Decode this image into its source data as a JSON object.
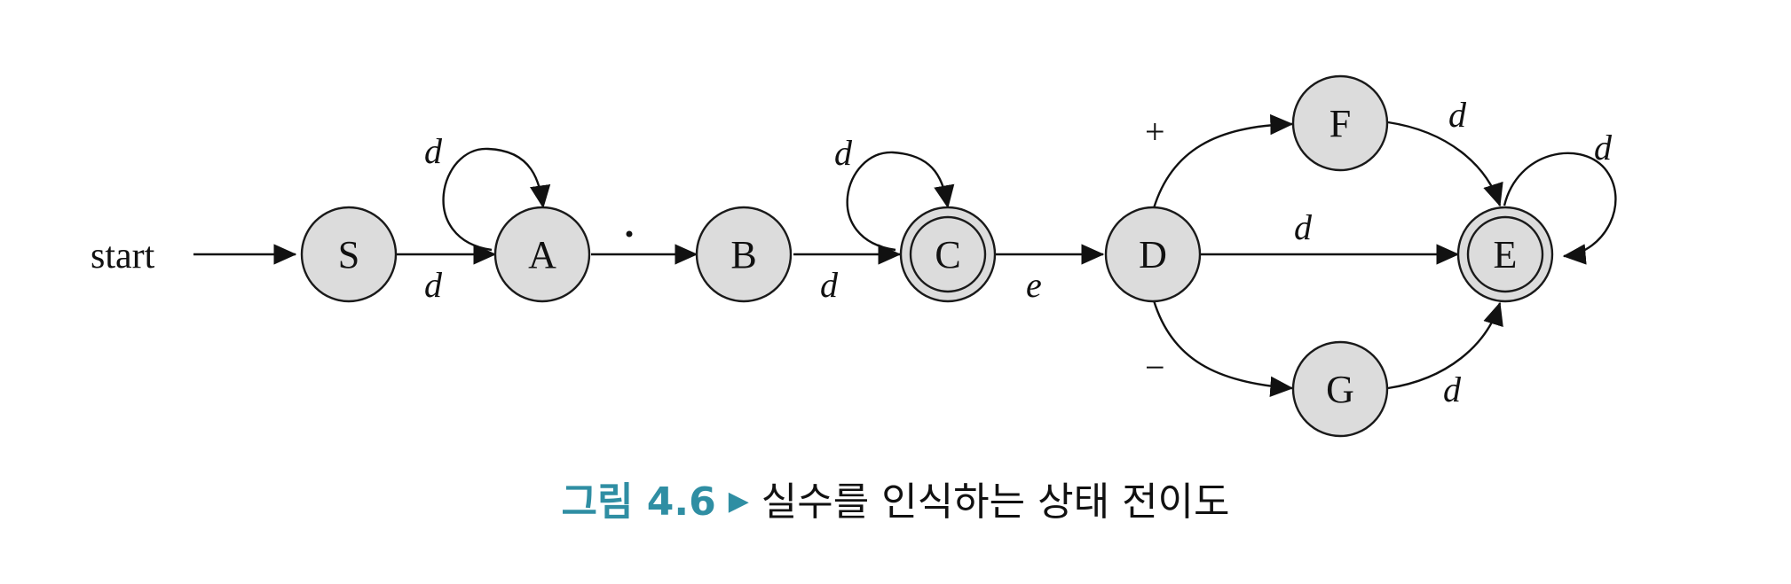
{
  "diagram": {
    "start_label": "start",
    "states": [
      {
        "id": "S",
        "label": "S",
        "accepting": false
      },
      {
        "id": "A",
        "label": "A",
        "accepting": false
      },
      {
        "id": "B",
        "label": "B",
        "accepting": false
      },
      {
        "id": "C",
        "label": "C",
        "accepting": true
      },
      {
        "id": "D",
        "label": "D",
        "accepting": false
      },
      {
        "id": "E",
        "label": "E",
        "accepting": true
      },
      {
        "id": "F",
        "label": "F",
        "accepting": false
      },
      {
        "id": "G",
        "label": "G",
        "accepting": false
      }
    ],
    "transitions": [
      {
        "from": "S",
        "to": "A",
        "label": "d"
      },
      {
        "from": "A",
        "to": "A",
        "label": "d"
      },
      {
        "from": "A",
        "to": "B",
        "label": "·"
      },
      {
        "from": "B",
        "to": "C",
        "label": "d"
      },
      {
        "from": "C",
        "to": "C",
        "label": "d"
      },
      {
        "from": "C",
        "to": "D",
        "label": "e"
      },
      {
        "from": "D",
        "to": "F",
        "label": "+"
      },
      {
        "from": "D",
        "to": "E",
        "label": "d"
      },
      {
        "from": "D",
        "to": "G",
        "label": "−"
      },
      {
        "from": "F",
        "to": "E",
        "label": "d"
      },
      {
        "from": "G",
        "to": "E",
        "label": "d"
      },
      {
        "from": "E",
        "to": "E",
        "label": "d"
      }
    ]
  },
  "caption": {
    "figure_number": "그림 4.6",
    "separator_icon": "right-triangle-icon",
    "text": "실수를 인식하는 상태 전이도"
  }
}
